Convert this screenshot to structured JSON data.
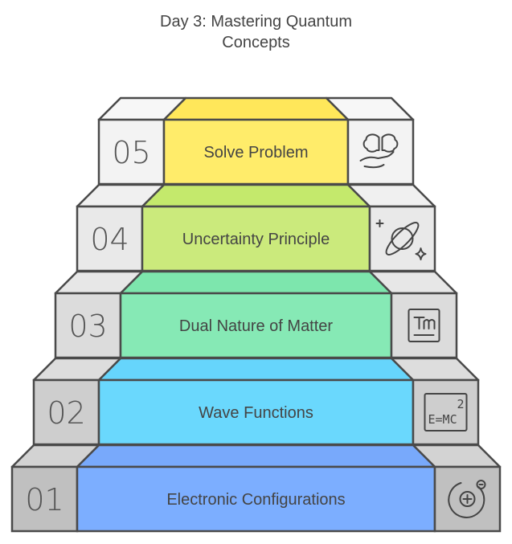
{
  "title_line1": "Day 3: Mastering Quantum",
  "title_line2": "Concepts",
  "steps": [
    {
      "number": "05",
      "label": "Solve Problem",
      "icon": "brain-in-hand-icon",
      "color": "#FFEC6A",
      "top_color": "#FFE75A",
      "side_color": "#F3F3F3"
    },
    {
      "number": "04",
      "label": "Uncertainty Principle",
      "icon": "planet-icon",
      "color": "#CBEA7C",
      "top_color": "#C4E96C",
      "side_color": "#E9E9E9"
    },
    {
      "number": "03",
      "label": "Dual Nature of Matter",
      "icon": "trademark-icon",
      "color": "#86E9B5",
      "top_color": "#7DE6AD",
      "side_color": "#DCDCDC"
    },
    {
      "number": "02",
      "label": "Wave Functions",
      "icon": "emc2-icon",
      "color": "#6AD8FD",
      "top_color": "#66D5FC",
      "side_color": "#CECECE"
    },
    {
      "number": "01",
      "label": "Electronic Configurations",
      "icon": "atom-charge-icon",
      "color": "#7CAEFF",
      "top_color": "#78A9FB",
      "side_color": "#C0C0C0"
    }
  ]
}
